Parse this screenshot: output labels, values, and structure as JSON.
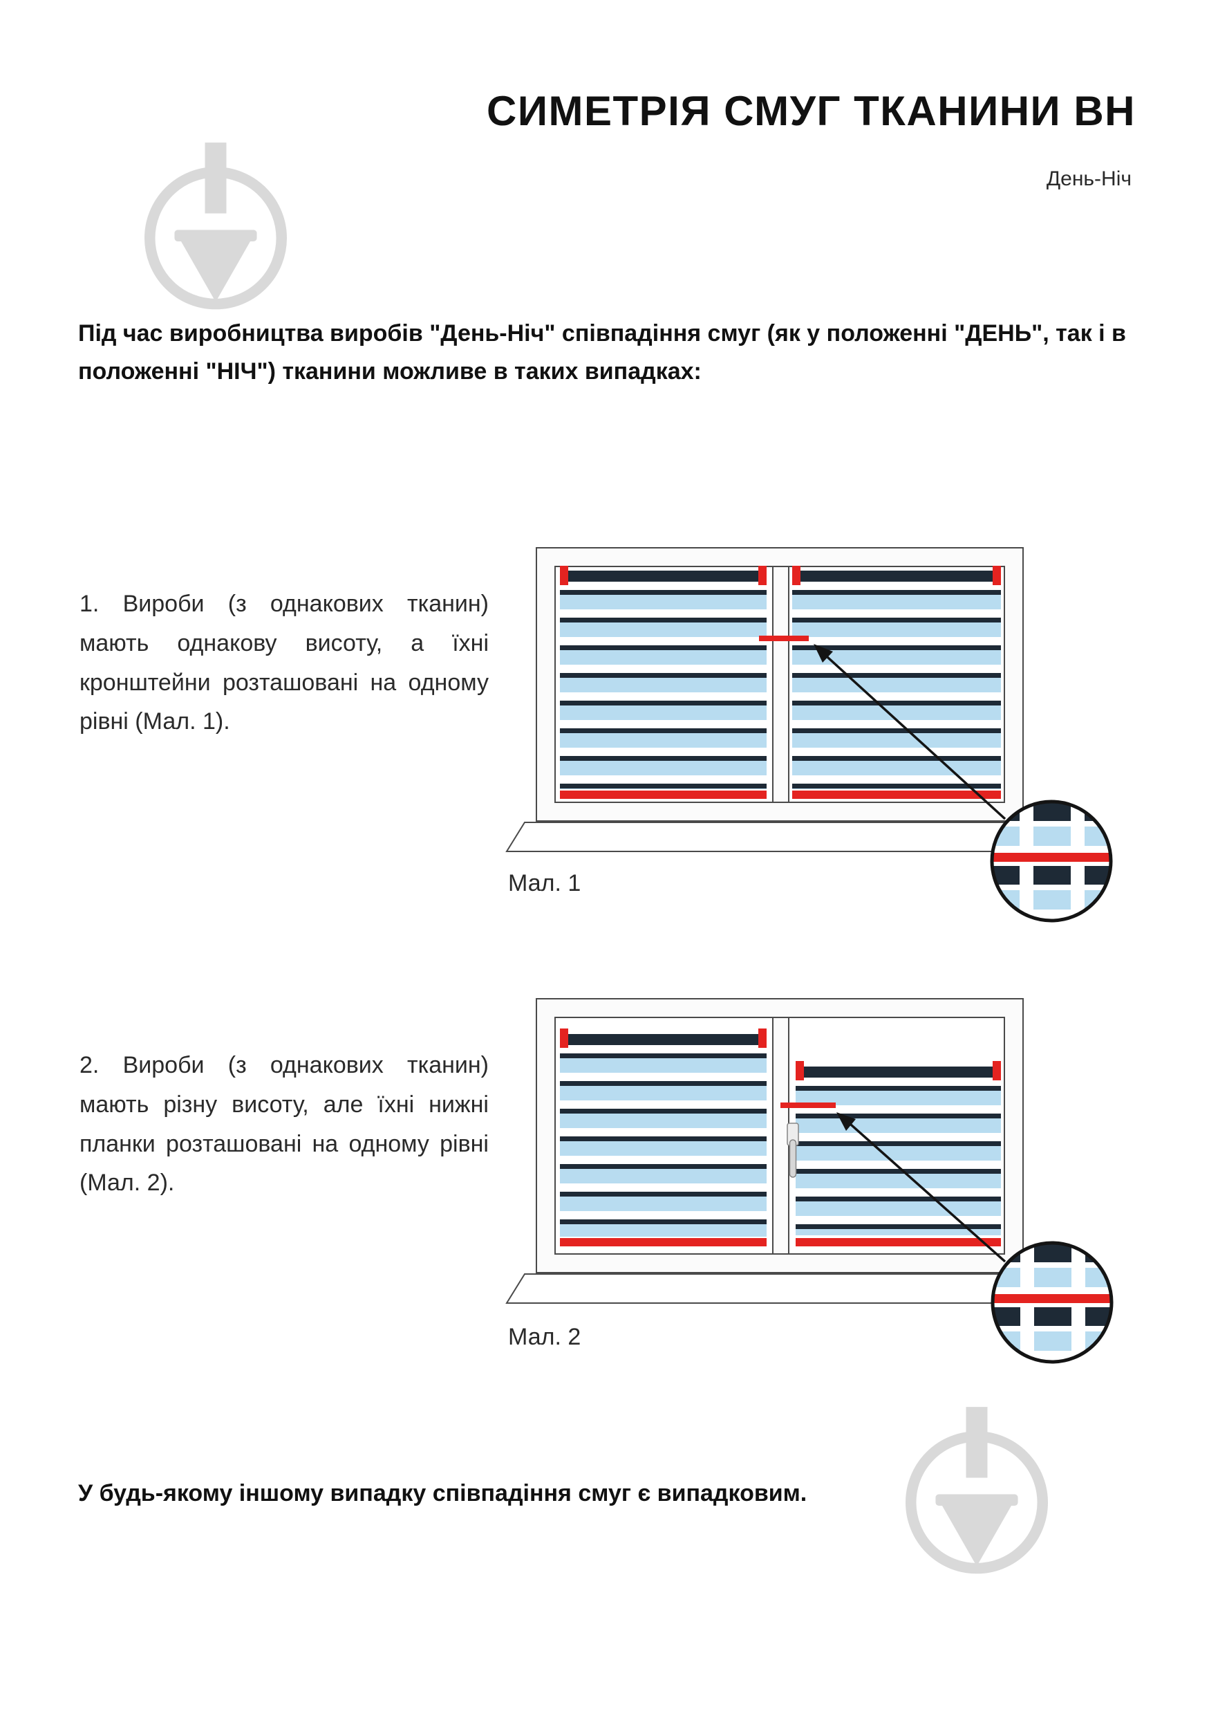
{
  "page": {
    "title": "СИМЕТРІЯ СМУГ ТКАНИНИ ВН",
    "subtitle": "День-Ніч",
    "intro": "Під час виробництва виробів \"День-Ніч\" співпадіння смуг (як у положенні \"ДЕНЬ\", так і в положенні \"НІЧ\") тканини можливе в таких випадках:",
    "footer": "У будь-якому іншому випадку співпадіння смуг є випадковим."
  },
  "sections": [
    {
      "text": "1. Вироби (з однакових тканин) мають однакову висоту, а їхні кронштейни розташовані на одному рівні (Мал. 1).",
      "caption": "Мал. 1"
    },
    {
      "text": "2. Вироби (з однакових тканин) мають різну висоту, але їхні нижні планки розташовані на одному рівні (Мал. 2).",
      "caption": "Мал. 2"
    }
  ],
  "colors": {
    "stripe_dark": "#1e2a36",
    "stripe_light": "#b8dcf0",
    "accent_red": "#e42320",
    "frame_line": "#4a4a4a",
    "watermark_gray": "#d9d9d9"
  }
}
